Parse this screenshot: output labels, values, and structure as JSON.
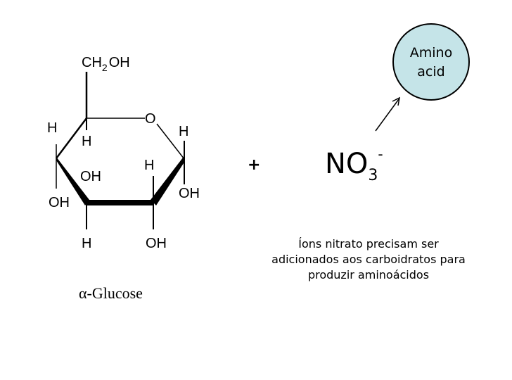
{
  "glucose": {
    "ch2oh_main": "CH",
    "ch2oh_sub": "2",
    "ch2oh_tail": "OH",
    "ring_oxygen": "O",
    "labels": {
      "c5_h_left": "H",
      "c5_h_below": "H",
      "c4_oh": "OH",
      "c3_oh": "OH",
      "c3_h": "H",
      "c2_h": "H",
      "c2_oh": "OH",
      "c1_h": "H",
      "c1_oh": "OH"
    },
    "name": "α-Glucose"
  },
  "plus": "+",
  "nitrate": {
    "main": "NO",
    "sub": "3",
    "sup": "-"
  },
  "amino_acid": {
    "line1": "Amino",
    "line2": "acid",
    "fill": "#c5e4e8"
  },
  "caption": [
    "Íons nitrato precisam ser",
    "adicionados aos carboidratos para",
    "produzir aminoácidos"
  ]
}
